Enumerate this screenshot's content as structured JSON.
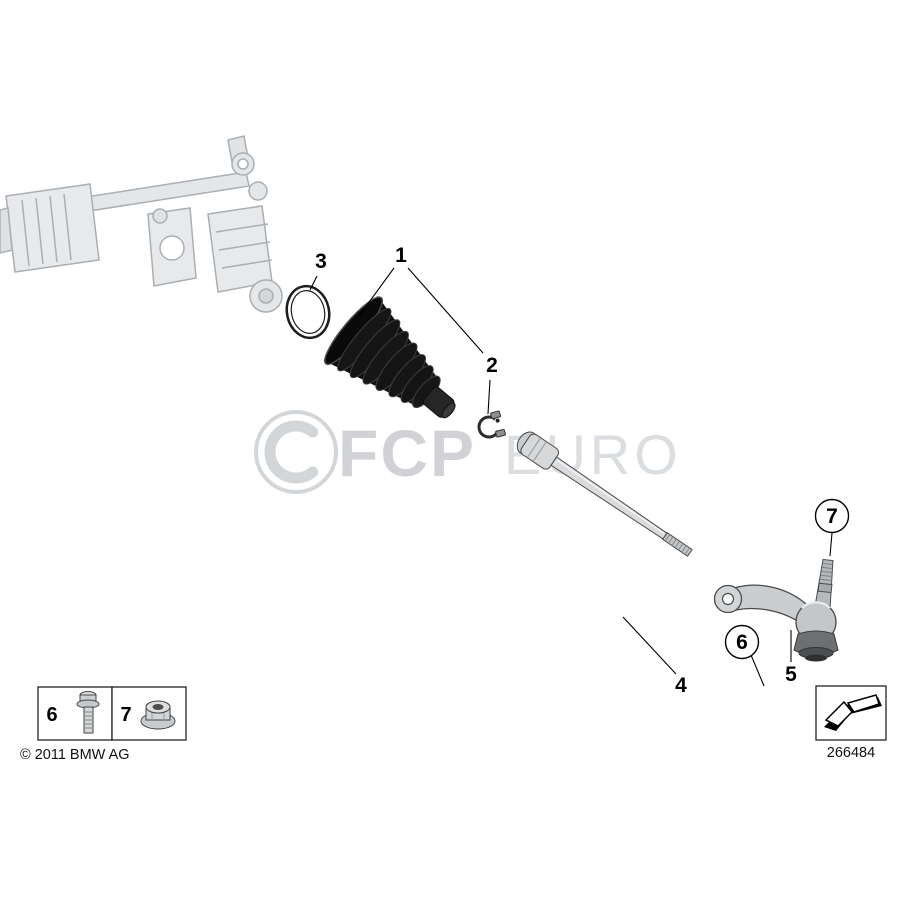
{
  "diagram": {
    "callouts": {
      "n1": "1",
      "n2": "2",
      "n3": "3",
      "n4": "4",
      "n5": "5",
      "n6": "6",
      "n7": "7"
    },
    "legend": {
      "bolt_number": "6",
      "nut_number": "7"
    },
    "footer": {
      "copyright": "© 2011 BMW AG",
      "diagram_number": "266484"
    },
    "watermark": {
      "fcp": "FCP",
      "euro": "EURO"
    },
    "colors": {
      "background": "#ffffff",
      "line": "#000000",
      "faded_assembly": "#a9afb4",
      "watermark_gray": "#c8cbce",
      "boot_black": "#121212",
      "metal_light": "#d7d9db"
    }
  }
}
